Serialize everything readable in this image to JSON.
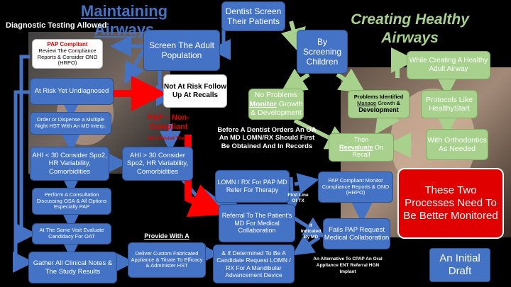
{
  "title_left": "Maintaining Airways",
  "subtitle_left": "Diagnostic Testing Allowed",
  "title_right": "Creating Healthy Airways",
  "top_center": "Dentist Screen Their Patients",
  "screen_adult": "Screen The Adult Population",
  "screen_children": "By Screening Children",
  "while_creating": "While Creating A Healthy Adult Airway",
  "protocols": "Protocols Like HealthyStart",
  "with_ortho": "With Orthodontics As Needed",
  "no_problems": {
    "line1": "No Problems",
    "monitor": "Monitor",
    "line2": " Growth & Development"
  },
  "problems_identified": {
    "line1": "Problems Identified",
    "manage": "Manage",
    "growth": " Growth",
    "amp": " & ",
    "dev": "Development"
  },
  "then_reeval": {
    "then": "Then",
    "reevaluate": "Reevaluate",
    "on": " On",
    "recall": "Recall"
  },
  "pap_compliant_box": {
    "head": "PAP Compliant",
    "body": "Review  The Compliance Reports & Consider ONO (HRPO)"
  },
  "at_risk": "At Risk Yet Undiagnosed",
  "not_at_risk": "Not At Risk Follow Up At Recalls",
  "pap_non_compliant": "PAP – Non-Compliant",
  "revisit": "We'll Revisit These",
  "before_dentist": "Before A Dentist Orders An OA An MD LOMN/RX Should First Be Obtained And In Records",
  "order_hst": "Order or Dispense a Multiple Night HST With An MD Interp.",
  "ahi_lt": "AHI < 30 Consider Spo2, HR Variability, Comorbidities",
  "ahi_gt": "AHI > 30 Consider Spo2, HR Variability, Comorbidities",
  "consultation": "Perform A Consultation Discussing OSA & All Options Especially PAP",
  "same_visit": "At The Same Visit Evaluate Candidacy For OAT",
  "gather": "Gather All Clinical Notes & The Study Results",
  "lomn": "LOMN / RX For PAP MD Refer For Therapy",
  "first_line": "First Line Of TX",
  "referral": "Referral To The Patient’s MD For Medical Collaboration",
  "if_indicated": "If Indicated By MD",
  "pap_monitor": "PAP Compliant Monitor Compliance Reports & ONO (HRPO)",
  "fails_pap": "Fails PAP Request Medical Collaboration",
  "provide_with": "Provide With  A",
  "deliver": "Deliver Custom Fabricated Appliance & Titrate To Efficacy & Administer HST",
  "if_determined": "& If Determined To Be A Candidate Request LOMN / RX For A Mandibular Advancement Device",
  "alternative": "An Alternative To CPAP An Oral Appliance ENT Referral HGN Implant",
  "these_two": "These Two Processes Need To Be Better Monitored",
  "initial_draft": "An Initial Draft",
  "colors": {
    "blue": "#4472c4",
    "green": "#a9d18e",
    "red": "#e00000",
    "title_blue": "#4472c4",
    "title_green": "#a9d18e"
  }
}
